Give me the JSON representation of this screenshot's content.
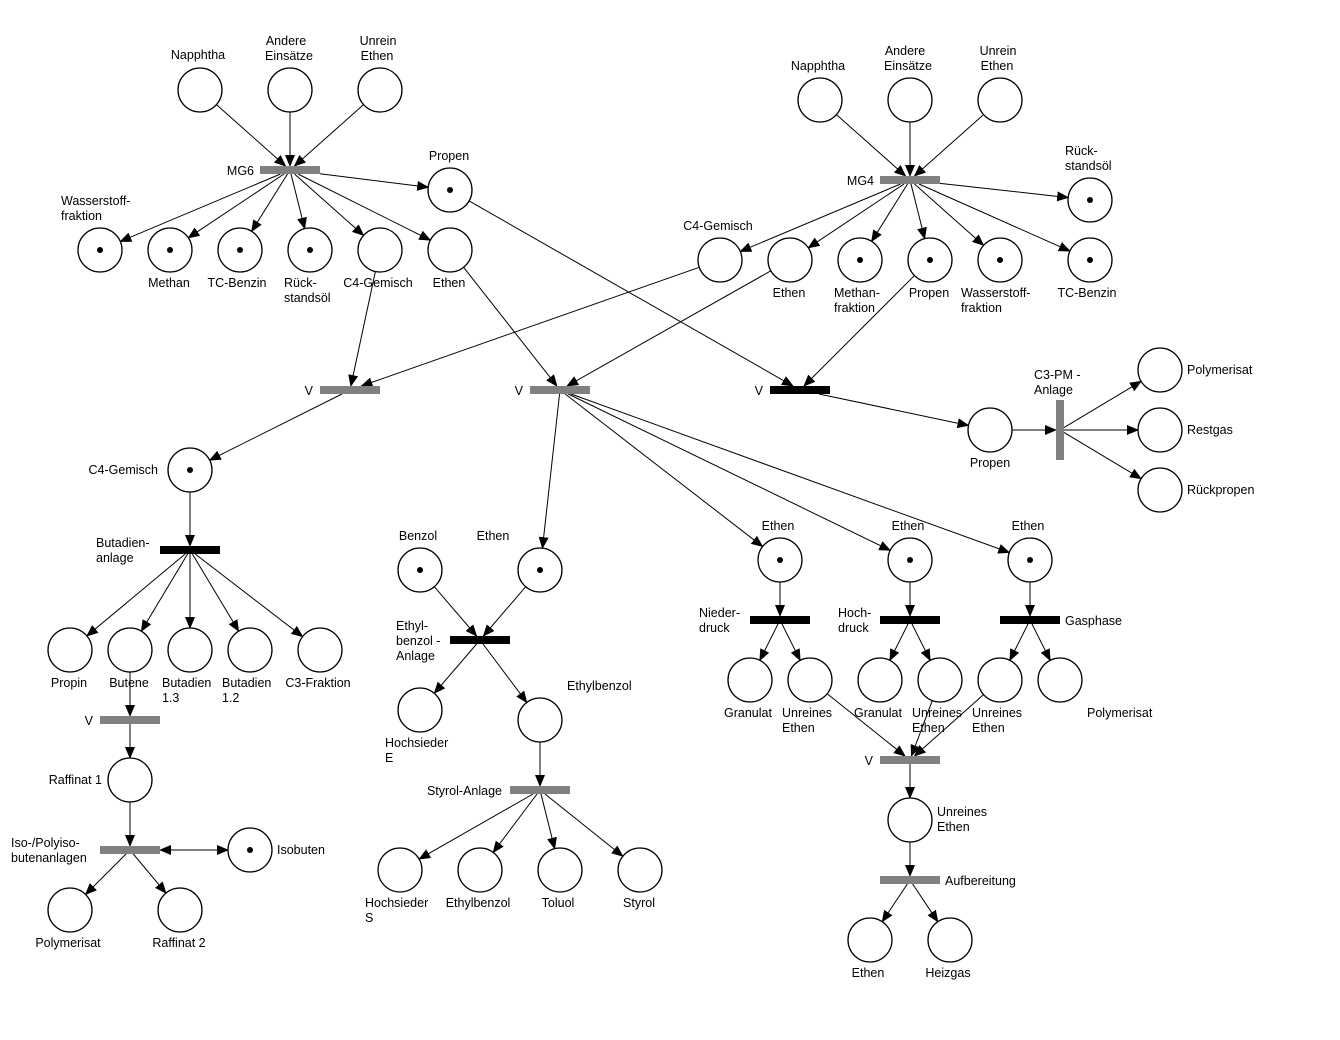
{
  "colors": {
    "gray_transition": "#808080",
    "black_transition": "#000000",
    "place_stroke": "#000000",
    "arc": "#000000"
  },
  "places": [
    {
      "id": "p_napphtha1",
      "label": "Napphtha",
      "token": false
    },
    {
      "id": "p_andere1",
      "label": "Andere Einsätze",
      "token": false
    },
    {
      "id": "p_unrein1",
      "label": "Unrein Ethen",
      "token": false
    },
    {
      "id": "p_wasserstoff1",
      "label": "Wasserstoff-fraktion",
      "token": true
    },
    {
      "id": "p_methan1",
      "label": "Methan",
      "token": true
    },
    {
      "id": "p_tcbenzin1",
      "label": "TC-Benzin",
      "token": true
    },
    {
      "id": "p_rueck1",
      "label": "Rück-standsöl",
      "token": true
    },
    {
      "id": "p_c4gem1",
      "label": "C4-Gemisch",
      "token": false
    },
    {
      "id": "p_ethen1",
      "label": "Ethen",
      "token": false
    },
    {
      "id": "p_propen1",
      "label": "Propen",
      "token": true
    },
    {
      "id": "p_napphtha2",
      "label": "Napphtha",
      "token": false
    },
    {
      "id": "p_andere2",
      "label": "Andere Einsätze",
      "token": false
    },
    {
      "id": "p_unrein2",
      "label": "Unrein Ethen",
      "token": false
    },
    {
      "id": "p_rueck2",
      "label": "Rück-standsöl",
      "token": true
    },
    {
      "id": "p_c4gem2",
      "label": "C4-Gemisch",
      "token": false
    },
    {
      "id": "p_ethen2",
      "label": "Ethen",
      "token": false
    },
    {
      "id": "p_methanfr2",
      "label": "Methan-fraktion",
      "token": true
    },
    {
      "id": "p_propen2",
      "label": "Propen",
      "token": true
    },
    {
      "id": "p_wasserstoff2",
      "label": "Wasserstoff-fraktion",
      "token": true
    },
    {
      "id": "p_tcbenzin2",
      "label": "TC-Benzin",
      "token": true
    },
    {
      "id": "p_propen3",
      "label": "Propen",
      "token": false
    },
    {
      "id": "p_polymerisat1",
      "label": "Polymerisat",
      "token": false
    },
    {
      "id": "p_restgas",
      "label": "Restgas",
      "token": false
    },
    {
      "id": "p_rueckpropen",
      "label": "Rückpropen",
      "token": false
    },
    {
      "id": "p_c4gem3",
      "label": "C4-Gemisch",
      "token": true
    },
    {
      "id": "p_propin",
      "label": "Propin",
      "token": false
    },
    {
      "id": "p_butene",
      "label": "Butene",
      "token": false
    },
    {
      "id": "p_butadien13",
      "label": "Butadien 1.3",
      "token": false
    },
    {
      "id": "p_butadien12",
      "label": "Butadien 1.2",
      "token": false
    },
    {
      "id": "p_c3frak",
      "label": "C3-Fraktion",
      "token": false
    },
    {
      "id": "p_raffinat1",
      "label": "Raffinat 1",
      "token": false
    },
    {
      "id": "p_isobuten",
      "label": "Isobuten",
      "token": true
    },
    {
      "id": "p_polymerisat2",
      "label": "Polymerisat",
      "token": false
    },
    {
      "id": "p_raffinat2",
      "label": "Raffinat 2",
      "token": false
    },
    {
      "id": "p_benzol",
      "label": "Benzol",
      "token": true
    },
    {
      "id": "p_ethen3",
      "label": "Ethen",
      "token": true
    },
    {
      "id": "p_hochsiederE",
      "label": "Hochsieder E",
      "token": false
    },
    {
      "id": "p_ethylbenzol1",
      "label": "Ethylbenzol",
      "token": false
    },
    {
      "id": "p_hochsiederS",
      "label": "Hochsieder S",
      "token": false
    },
    {
      "id": "p_ethylbenzol2",
      "label": "Ethylbenzol",
      "token": false
    },
    {
      "id": "p_toluol",
      "label": "Toluol",
      "token": false
    },
    {
      "id": "p_styrol",
      "label": "Styrol",
      "token": false
    },
    {
      "id": "p_ethenA",
      "label": "Ethen",
      "token": true
    },
    {
      "id": "p_ethenB",
      "label": "Ethen",
      "token": true
    },
    {
      "id": "p_ethenC",
      "label": "Ethen",
      "token": true
    },
    {
      "id": "p_granulatA",
      "label": "Granulat",
      "token": false
    },
    {
      "id": "p_unreinA",
      "label": "Unreines Ethen",
      "token": false
    },
    {
      "id": "p_granulatB",
      "label": "Granulat",
      "token": false
    },
    {
      "id": "p_unreinB",
      "label": "Unreines Ethen",
      "token": false
    },
    {
      "id": "p_unreinC",
      "label": "Unreines Ethen",
      "token": false
    },
    {
      "id": "p_polymerisat3",
      "label": "Polymerisat",
      "token": false
    },
    {
      "id": "p_unreinD",
      "label": "Unreines Ethen",
      "token": false
    },
    {
      "id": "p_ethenFinal",
      "label": "Ethen",
      "token": false
    },
    {
      "id": "p_heizgas",
      "label": "Heizgas",
      "token": false
    }
  ],
  "transitions": [
    {
      "id": "t_mg6",
      "label": "MG6",
      "style": "gray"
    },
    {
      "id": "t_mg4",
      "label": "MG4",
      "style": "gray"
    },
    {
      "id": "t_v1",
      "label": "V",
      "style": "gray"
    },
    {
      "id": "t_v2",
      "label": "V",
      "style": "gray"
    },
    {
      "id": "t_v3",
      "label": "V",
      "style": "black"
    },
    {
      "id": "t_c3pm",
      "label": "C3-PM - Anlage",
      "style": "gray"
    },
    {
      "id": "t_butadien",
      "label": "Butadien-anlage",
      "style": "black"
    },
    {
      "id": "t_v4",
      "label": "V",
      "style": "gray"
    },
    {
      "id": "t_isopoly",
      "label": "Iso-/Polyiso-butenanlagen",
      "style": "gray"
    },
    {
      "id": "t_ethylbenzol",
      "label": "Ethyl-benzol - Anlage",
      "style": "black"
    },
    {
      "id": "t_styrol",
      "label": "Styrol-Anlage",
      "style": "gray"
    },
    {
      "id": "t_niederdruck",
      "label": "Nieder-druck",
      "style": "black"
    },
    {
      "id": "t_hochdruck",
      "label": "Hoch-druck",
      "style": "black"
    },
    {
      "id": "t_gasphase",
      "label": "Gasphase",
      "style": "black"
    },
    {
      "id": "t_v5",
      "label": "V",
      "style": "gray"
    },
    {
      "id": "t_aufbereitung",
      "label": "Aufbereitung",
      "style": "gray"
    }
  ],
  "arcs": [
    [
      "p_napphtha1",
      "t_mg6"
    ],
    [
      "p_andere1",
      "t_mg6"
    ],
    [
      "p_unrein1",
      "t_mg6"
    ],
    [
      "t_mg6",
      "p_wasserstoff1"
    ],
    [
      "t_mg6",
      "p_methan1"
    ],
    [
      "t_mg6",
      "p_tcbenzin1"
    ],
    [
      "t_mg6",
      "p_rueck1"
    ],
    [
      "t_mg6",
      "p_c4gem1"
    ],
    [
      "t_mg6",
      "p_ethen1"
    ],
    [
      "t_mg6",
      "p_propen1"
    ],
    [
      "p_napphtha2",
      "t_mg4"
    ],
    [
      "p_andere2",
      "t_mg4"
    ],
    [
      "p_unrein2",
      "t_mg4"
    ],
    [
      "t_mg4",
      "p_rueck2"
    ],
    [
      "t_mg4",
      "p_c4gem2"
    ],
    [
      "t_mg4",
      "p_ethen2"
    ],
    [
      "t_mg4",
      "p_methanfr2"
    ],
    [
      "t_mg4",
      "p_propen2"
    ],
    [
      "t_mg4",
      "p_wasserstoff2"
    ],
    [
      "t_mg4",
      "p_tcbenzin2"
    ],
    [
      "p_c4gem1",
      "t_v1"
    ],
    [
      "p_c4gem2",
      "t_v1"
    ],
    [
      "p_ethen1",
      "t_v2"
    ],
    [
      "p_ethen2",
      "t_v2"
    ],
    [
      "p_propen1",
      "t_v3"
    ],
    [
      "p_propen2",
      "t_v3"
    ],
    [
      "t_v3",
      "p_propen3"
    ],
    [
      "p_propen3",
      "t_c3pm"
    ],
    [
      "t_c3pm",
      "p_polymerisat1"
    ],
    [
      "t_c3pm",
      "p_restgas"
    ],
    [
      "t_c3pm",
      "p_rueckpropen"
    ],
    [
      "t_v1",
      "p_c4gem3"
    ],
    [
      "p_c4gem3",
      "t_butadien"
    ],
    [
      "t_butadien",
      "p_propin"
    ],
    [
      "t_butadien",
      "p_butene"
    ],
    [
      "t_butadien",
      "p_butadien13"
    ],
    [
      "t_butadien",
      "p_butadien12"
    ],
    [
      "t_butadien",
      "p_c3frak"
    ],
    [
      "p_butene",
      "t_v4"
    ],
    [
      "t_v4",
      "p_raffinat1"
    ],
    [
      "p_raffinat1",
      "t_isopoly"
    ],
    [
      "p_isobuten",
      "t_isopoly"
    ],
    [
      "t_isopoly",
      "p_isobuten"
    ],
    [
      "t_isopoly",
      "p_polymerisat2"
    ],
    [
      "t_isopoly",
      "p_raffinat2"
    ],
    [
      "t_v2",
      "p_ethen3"
    ],
    [
      "t_v2",
      "p_ethenA"
    ],
    [
      "t_v2",
      "p_ethenB"
    ],
    [
      "t_v2",
      "p_ethenC"
    ],
    [
      "p_benzol",
      "t_ethylbenzol"
    ],
    [
      "p_ethen3",
      "t_ethylbenzol"
    ],
    [
      "t_ethylbenzol",
      "p_hochsiederE"
    ],
    [
      "t_ethylbenzol",
      "p_ethylbenzol1"
    ],
    [
      "p_ethylbenzol1",
      "t_styrol"
    ],
    [
      "t_styrol",
      "p_hochsiederS"
    ],
    [
      "t_styrol",
      "p_ethylbenzol2"
    ],
    [
      "t_styrol",
      "p_toluol"
    ],
    [
      "t_styrol",
      "p_styrol"
    ],
    [
      "p_ethenA",
      "t_niederdruck"
    ],
    [
      "t_niederdruck",
      "p_granulatA"
    ],
    [
      "t_niederdruck",
      "p_unreinA"
    ],
    [
      "p_ethenB",
      "t_hochdruck"
    ],
    [
      "t_hochdruck",
      "p_granulatB"
    ],
    [
      "t_hochdruck",
      "p_unreinB"
    ],
    [
      "p_ethenC",
      "t_gasphase"
    ],
    [
      "t_gasphase",
      "p_unreinC"
    ],
    [
      "t_gasphase",
      "p_polymerisat3"
    ],
    [
      "p_unreinA",
      "t_v5"
    ],
    [
      "p_unreinB",
      "t_v5"
    ],
    [
      "p_unreinC",
      "t_v5"
    ],
    [
      "t_v5",
      "p_unreinD"
    ],
    [
      "p_unreinD",
      "t_aufbereitung"
    ],
    [
      "t_aufbereitung",
      "p_ethenFinal"
    ],
    [
      "t_aufbereitung",
      "p_heizgas"
    ]
  ]
}
